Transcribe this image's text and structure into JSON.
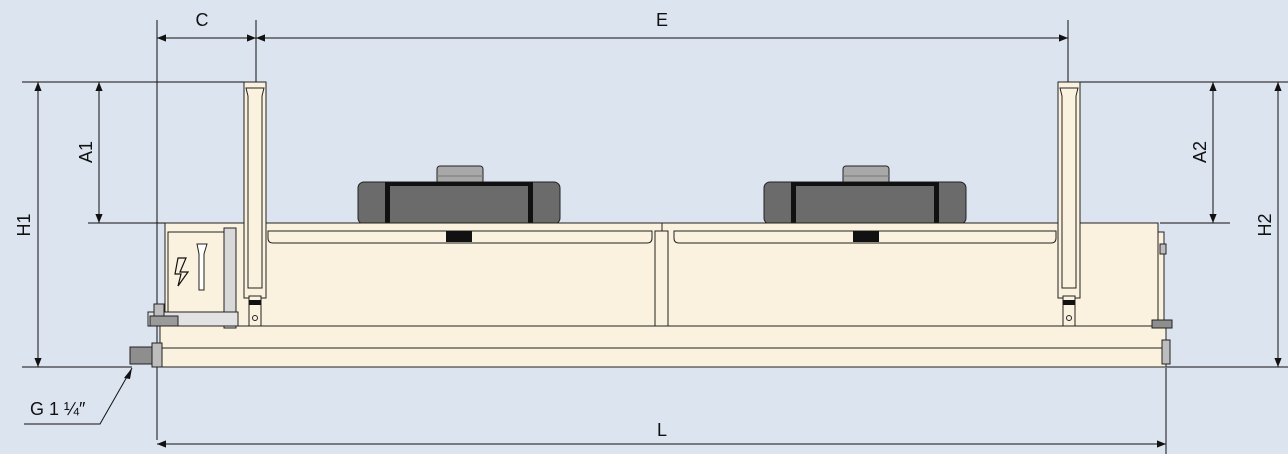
{
  "dimensions": {
    "c": "C",
    "e": "E",
    "a1": "A1",
    "a2": "A2",
    "h1": "H1",
    "h2": "H2",
    "l": "L",
    "connection": "G 1 ¼″"
  },
  "colors": {
    "background": "#dce4f0",
    "body": "#fbf1df",
    "fan": "#6b6b6b",
    "fan_band": "#111111",
    "fan_top": "#a8a8a8",
    "line": "#111111"
  },
  "icons": {
    "electrical": "lightning-bolt-icon"
  }
}
